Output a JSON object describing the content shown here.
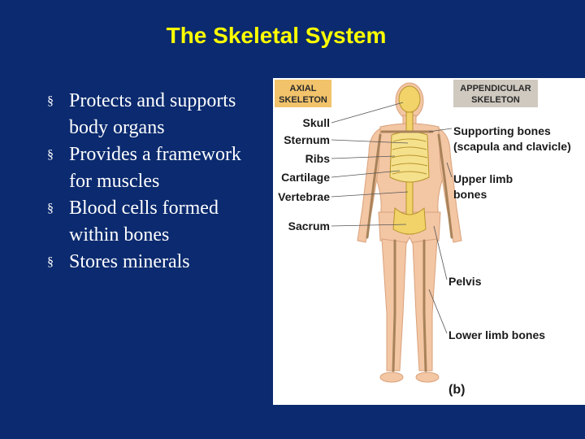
{
  "slide": {
    "title": "The Skeletal System",
    "bullet_glyph": "§",
    "bullets": [
      "Protects and supports body organs",
      "Provides a framework for muscles",
      "Blood cells formed within bones",
      "Stores minerals"
    ]
  },
  "figure": {
    "axial_header_line1": "AXIAL",
    "axial_header_line2": "SKELETON",
    "appendicular_header_line1": "APPENDICULAR",
    "appendicular_header_line2": "SKELETON",
    "left_labels": [
      "Skull",
      "Sternum",
      "Ribs",
      "Cartilage",
      "Vertebrae",
      "Sacrum"
    ],
    "right_labels": {
      "supporting_line1": "Supporting bones",
      "supporting_line2": "(scapula and clavicle)",
      "upper_limb_line1": "Upper limb",
      "upper_limb_line2": "bones",
      "pelvis": "Pelvis",
      "lower_limb": "Lower limb bones"
    },
    "panel_letter": "(b)",
    "colors": {
      "axial_header_bg": "#f2c36b",
      "appendicular_header_bg": "#cfc9c0",
      "skin": "#f3c6a4",
      "axial_bone": "#f1d36a",
      "limb_bone": "#f7ead2"
    }
  }
}
